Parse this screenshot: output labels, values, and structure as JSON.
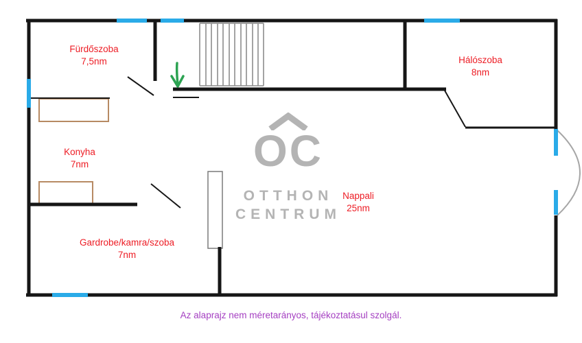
{
  "plan": {
    "rooms": [
      {
        "name": "Fürdőszoba",
        "size": "7,5nm"
      },
      {
        "name": "Konyha",
        "size": "7nm"
      },
      {
        "name": "Gardrobe/kamra/szoba",
        "size": "7nm"
      },
      {
        "name": "Nappali",
        "size": "25nm"
      },
      {
        "name": "Hálószoba",
        "size": "8nm"
      }
    ]
  },
  "brand": {
    "logo": "OC",
    "line1": "OTTHON",
    "line2": "CENTRUM"
  },
  "footer": {
    "disclaimer": "Az alaprajz nem méretarányos, tájékoztatásul szolgál."
  },
  "colors": {
    "wall": "#161616",
    "window": "#2aabe8",
    "room_label": "#ed1c24",
    "disclaimer": "#a43ec1",
    "watermark": "#b4b4b4",
    "furniture": "#b78a63",
    "arrow": "#2ca352",
    "stairs": "#8c8c8c",
    "door_arc": "#a6a6a6"
  }
}
